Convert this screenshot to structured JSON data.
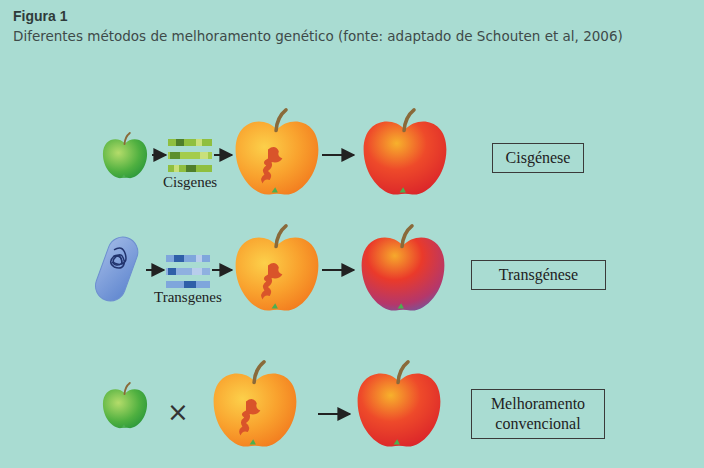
{
  "diagram": {
    "title": "Figura 1",
    "caption": "Diferentes métodos de melhoramento genético (fonte: adaptado de Schouten et al, 2006)",
    "nodes": [
      {
        "text": [
          "Cisgénese"
        ]
      },
      {
        "text": [
          "Transgénese"
        ]
      },
      {
        "text": [
          "Melhoramento convencional"
        ]
      }
    ],
    "labels": [
      "Cisgenes",
      "Transgenes",
      "×"
    ]
  }
}
